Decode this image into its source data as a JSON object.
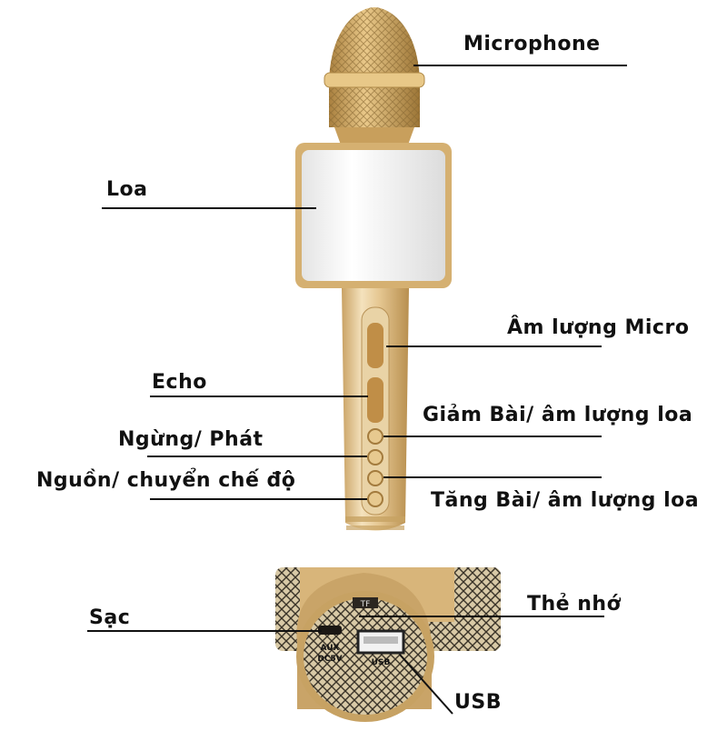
{
  "labels": {
    "microphone": "Microphone",
    "loa": "Loa",
    "am_luong_micro": "Âm lượng Micro",
    "echo": "Echo",
    "giam_bai": "Giảm Bài/ âm lượng loa",
    "ngung_phat": "Ngừng/ Phát",
    "nguon": "Nguồn/ chuyển chế độ",
    "tang_bai": "Tăng Bài/ âm lượng loa",
    "the_nho": "Thẻ nhớ",
    "sac": "Sạc",
    "usb": "USB"
  },
  "port_text": {
    "tf": "TF",
    "aux": "AUX",
    "dc5v": "DC5V",
    "usb": "USB"
  },
  "colors": {
    "gold": "#d9b878",
    "gold_dark": "#b08a48",
    "gold_light": "#f3e3bf",
    "white_speaker": "#f7f7f7",
    "line": "#111111"
  }
}
